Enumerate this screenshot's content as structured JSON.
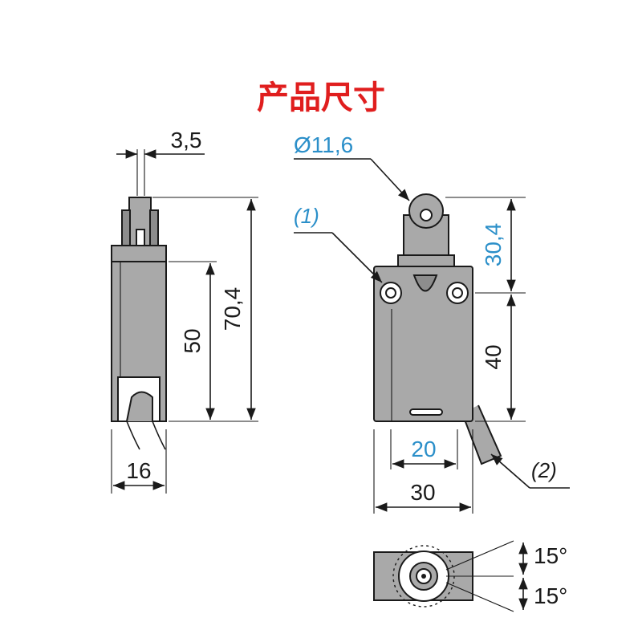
{
  "title": "产品尺寸",
  "side_view": {
    "dim_pin_width": "3,5",
    "dim_body_height": "50",
    "dim_total_height": "70,4",
    "dim_width": "16"
  },
  "front_view": {
    "dim_roller_diameter": "Ø11,6",
    "dim_plunger_height": "30,4",
    "dim_body_height": "40",
    "dim_hole_spacing": "20",
    "dim_width": "30",
    "note_1": "(1)",
    "note_2": "(2)"
  },
  "top_view": {
    "angle_upper": "15°",
    "angle_lower": "15°"
  },
  "colors": {
    "title": "#e01e1e",
    "blue_dimension": "#2b8fc9",
    "body_gray": "#a9a9a9"
  }
}
